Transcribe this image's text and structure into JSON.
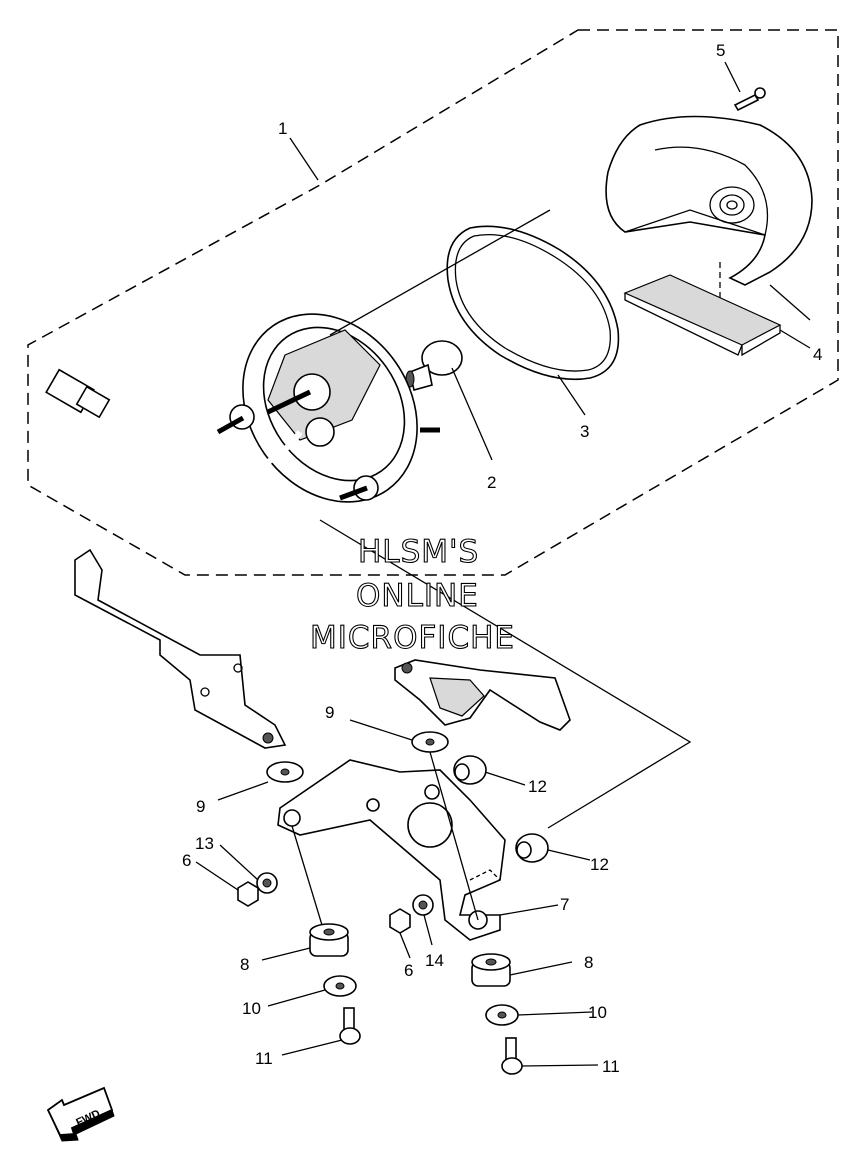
{
  "watermark": {
    "line1": "HLSM'S",
    "line2": "ONLINE",
    "line3": "MICROFICHE"
  },
  "fwd_label": "FWD",
  "callouts": {
    "c1": "1",
    "c2": "2",
    "c3": "3",
    "c4": "4",
    "c5": "5",
    "c6a": "6",
    "c6b": "6",
    "c7": "7",
    "c8a": "8",
    "c8b": "8",
    "c9a": "9",
    "c9b": "9",
    "c10a": "10",
    "c10b": "10",
    "c11a": "11",
    "c11b": "11",
    "c12a": "12",
    "c12b": "12",
    "c13": "13",
    "c14": "14"
  },
  "colors": {
    "ink": "#000000",
    "paper": "#ffffff"
  }
}
